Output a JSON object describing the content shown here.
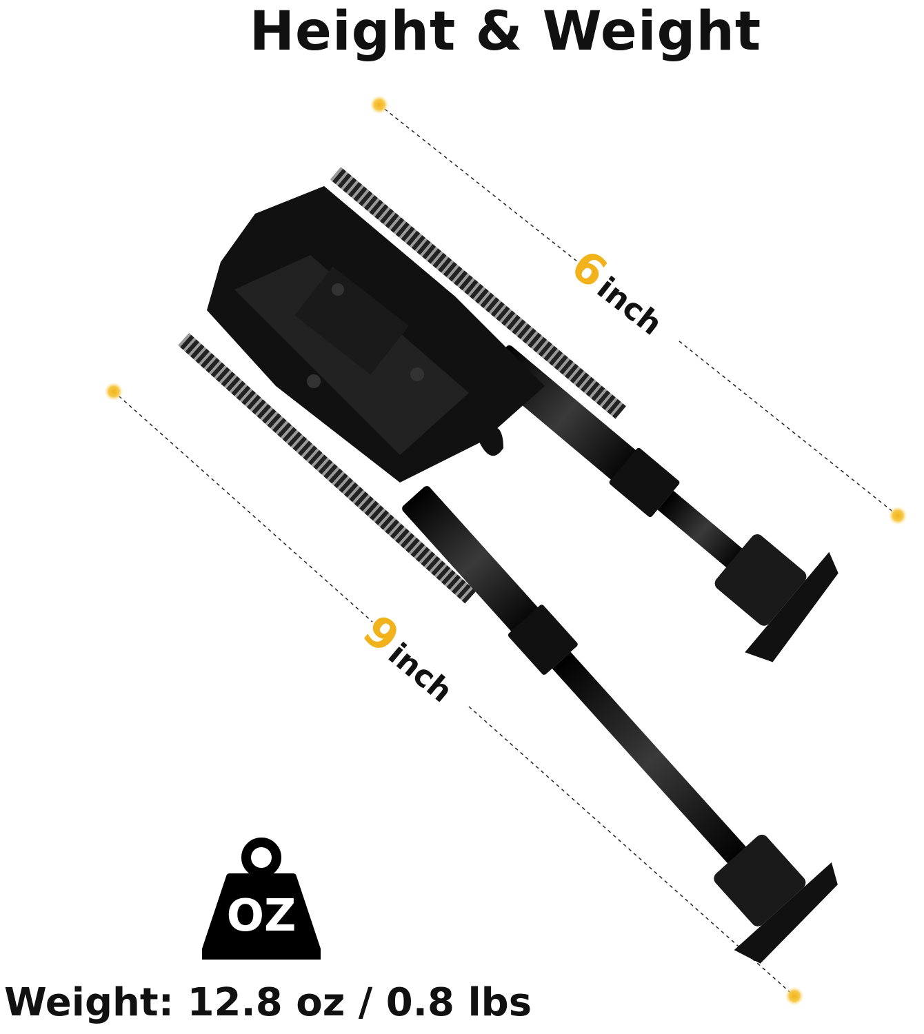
{
  "title": "Height & Weight",
  "dimensions": [
    {
      "value": "6",
      "unit": "inch"
    },
    {
      "value": "9",
      "unit": "inch"
    }
  ],
  "weight_icon": {
    "icon": "weight-icon",
    "label": "OZ"
  },
  "weight_text": "Weight: 12.8 oz / 0.8 lbs",
  "colors": {
    "accent": "#f2b21c",
    "text": "#111111"
  }
}
